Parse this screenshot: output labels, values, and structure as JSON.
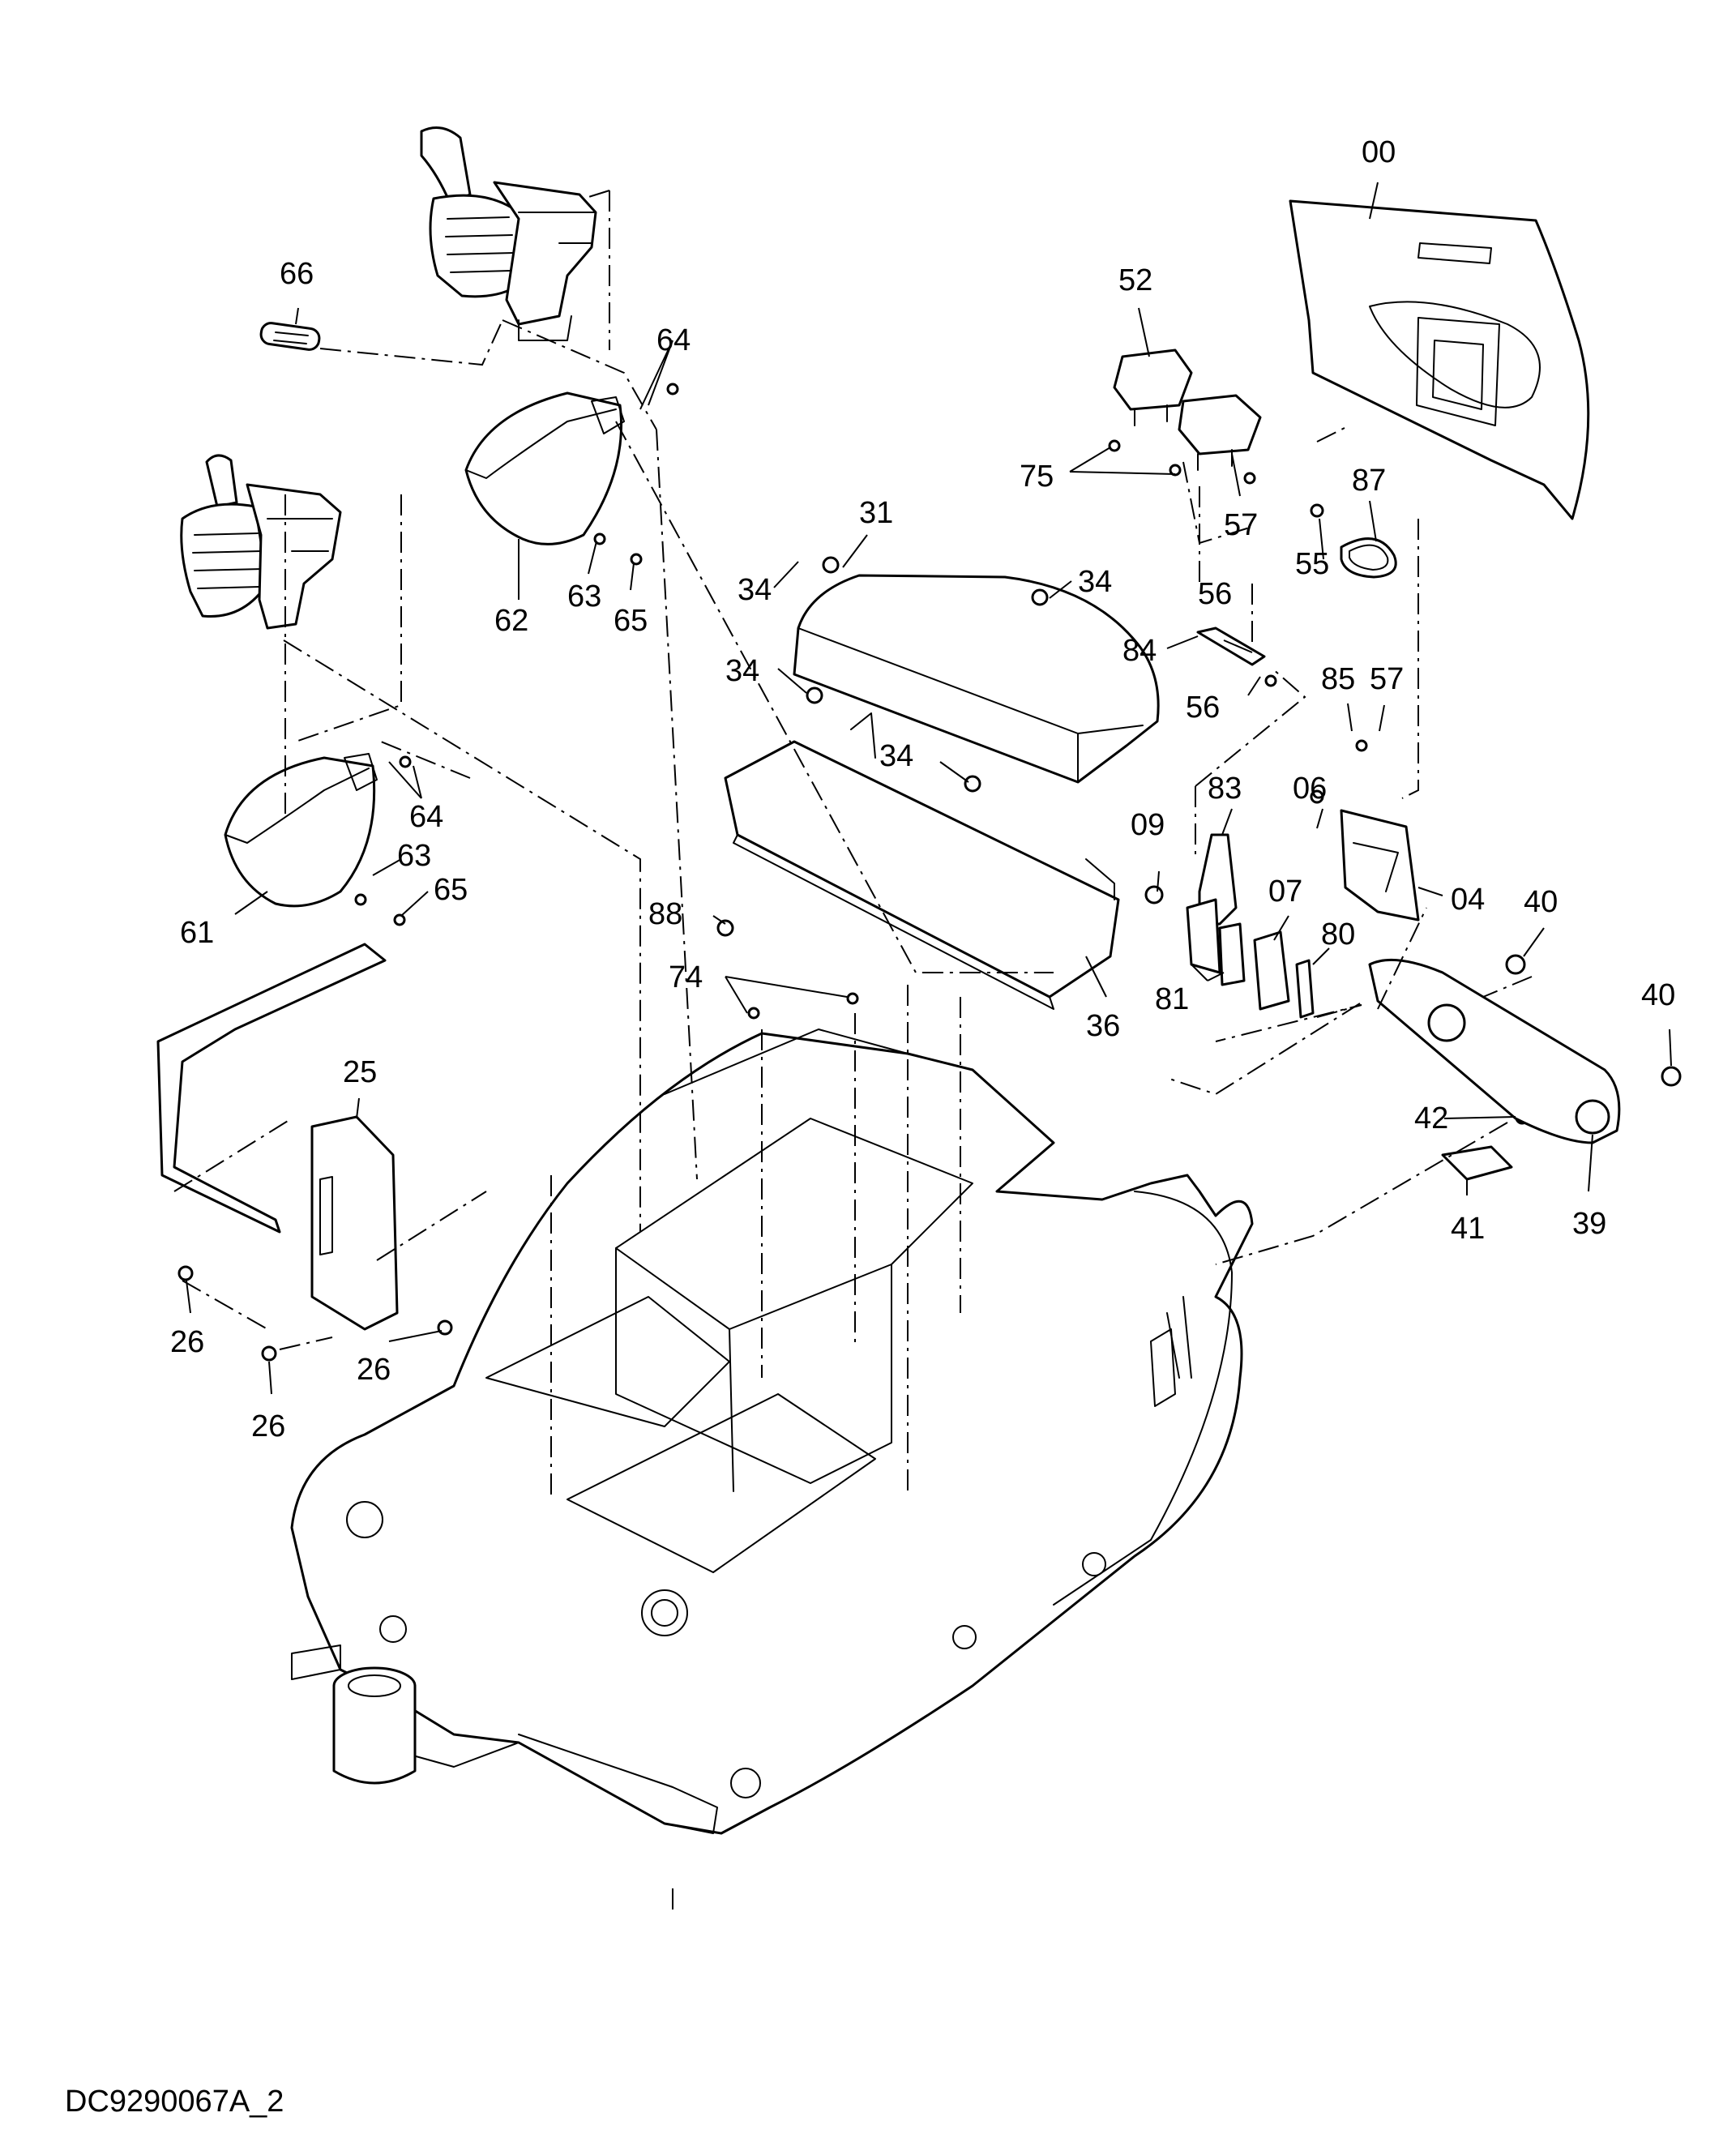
{
  "diagram": {
    "document_id": "DC9290067A_2",
    "callouts": [
      {
        "id": "c00",
        "label": "00"
      },
      {
        "id": "c66",
        "label": "66"
      },
      {
        "id": "c64a",
        "label": "64"
      },
      {
        "id": "c52",
        "label": "52"
      },
      {
        "id": "c75",
        "label": "75"
      },
      {
        "id": "c57a",
        "label": "57"
      },
      {
        "id": "c87",
        "label": "87"
      },
      {
        "id": "c55",
        "label": "55"
      },
      {
        "id": "c31",
        "label": "31"
      },
      {
        "id": "c34a",
        "label": "34"
      },
      {
        "id": "c34b",
        "label": "34"
      },
      {
        "id": "c34c",
        "label": "34"
      },
      {
        "id": "c34d",
        "label": "34"
      },
      {
        "id": "c62",
        "label": "62"
      },
      {
        "id": "c63a",
        "label": "63"
      },
      {
        "id": "c65a",
        "label": "65"
      },
      {
        "id": "c56a",
        "label": "56"
      },
      {
        "id": "c84",
        "label": "84"
      },
      {
        "id": "c56b",
        "label": "56"
      },
      {
        "id": "c85",
        "label": "85"
      },
      {
        "id": "c57b",
        "label": "57"
      },
      {
        "id": "c83",
        "label": "83"
      },
      {
        "id": "c06",
        "label": "06"
      },
      {
        "id": "c09",
        "label": "09"
      },
      {
        "id": "c04",
        "label": "04"
      },
      {
        "id": "c40a",
        "label": "40"
      },
      {
        "id": "c07",
        "label": "07"
      },
      {
        "id": "c80",
        "label": "80"
      },
      {
        "id": "c81",
        "label": "81"
      },
      {
        "id": "c40b",
        "label": "40"
      },
      {
        "id": "c64b",
        "label": "64"
      },
      {
        "id": "c63b",
        "label": "63"
      },
      {
        "id": "c65b",
        "label": "65"
      },
      {
        "id": "c61",
        "label": "61"
      },
      {
        "id": "c88",
        "label": "88"
      },
      {
        "id": "c74",
        "label": "74"
      },
      {
        "id": "c36",
        "label": "36"
      },
      {
        "id": "c42",
        "label": "42"
      },
      {
        "id": "c41",
        "label": "41"
      },
      {
        "id": "c39",
        "label": "39"
      },
      {
        "id": "c25",
        "label": "25"
      },
      {
        "id": "c26a",
        "label": "26"
      },
      {
        "id": "c26b",
        "label": "26"
      },
      {
        "id": "c26c",
        "label": "26"
      }
    ]
  }
}
